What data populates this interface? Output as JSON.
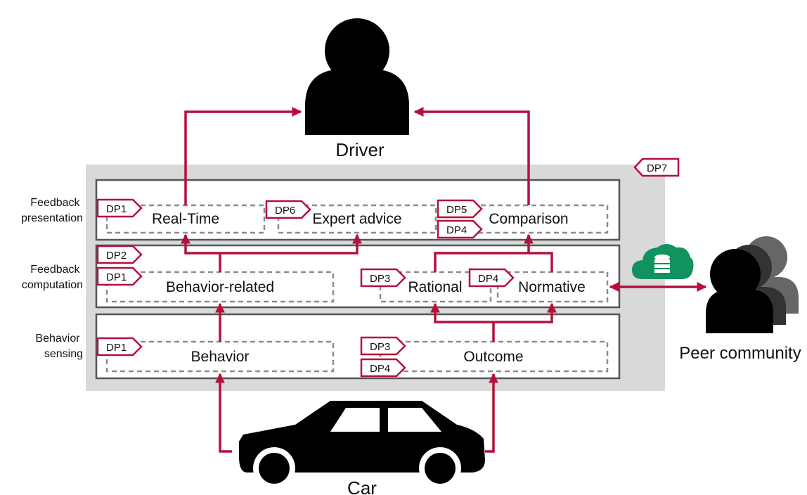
{
  "actors": {
    "driver": "Driver",
    "car": "Car",
    "peer_community": "Peer community"
  },
  "layers": {
    "presentation": [
      "Feedback",
      "presentation"
    ],
    "computation": [
      "Feedback",
      "computation"
    ],
    "sensing": [
      "Behavior",
      "sensing"
    ]
  },
  "boxes": {
    "real_time": "Real-Time",
    "expert_advice": "Expert advice",
    "comparison": "Comparison",
    "behavior_related": "Behavior-related",
    "rational": "Rational",
    "normative": "Normative",
    "behavior": "Behavior",
    "outcome": "Outcome"
  },
  "tags": {
    "dp7": "DP7",
    "pres_rt": "DP1",
    "pres_expert": "DP6",
    "pres_comp_a": "DP5",
    "pres_comp_b": "DP4",
    "comp_a": "DP2",
    "comp_b": "DP1",
    "comp_rational": "DP3",
    "comp_normative": "DP4",
    "sens_behavior": "DP1",
    "sens_outcome_a": "DP3",
    "sens_outcome_b": "DP4"
  },
  "colors": {
    "arrow": "#b5103c",
    "panel": "#d9d9d9",
    "layer_border": "#555555",
    "dashed": "#8c8c8c",
    "cloud": "#12925f",
    "person": "#000000",
    "peer_shadow": "#666666"
  },
  "icons": {
    "driver": "person-icon",
    "peer": "group-icon",
    "car": "car-icon",
    "cloud": "cloud-database-icon"
  }
}
